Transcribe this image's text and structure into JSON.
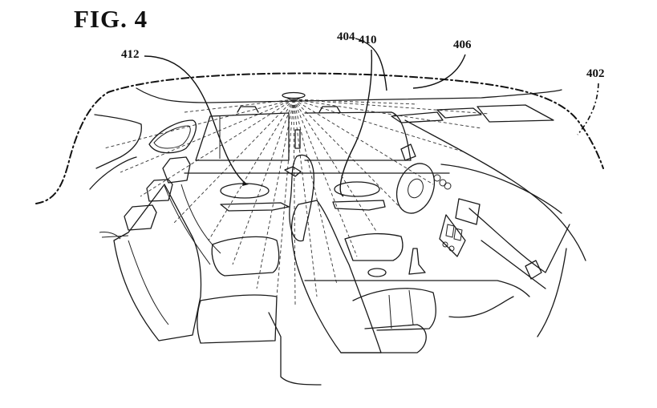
{
  "figure": {
    "title": "FIG. 4",
    "subject": "vehicle interior cabin with overhead sensor field"
  },
  "reference_labels": [
    {
      "id": "402",
      "text": "402",
      "refers_to": "cabin boundary (dash-dot outline)"
    },
    {
      "id": "404",
      "text": "404",
      "refers_to": "overhead ceiling-mounted sensor"
    },
    {
      "id": "406",
      "text": "406",
      "refers_to": "roof / headliner region"
    },
    {
      "id": "410",
      "text": "410",
      "refers_to": "front passenger-side floor region"
    },
    {
      "id": "412",
      "text": "412",
      "refers_to": "rear floor region"
    }
  ],
  "colors": {
    "line": "#1a1a1a",
    "background": "#ffffff"
  }
}
